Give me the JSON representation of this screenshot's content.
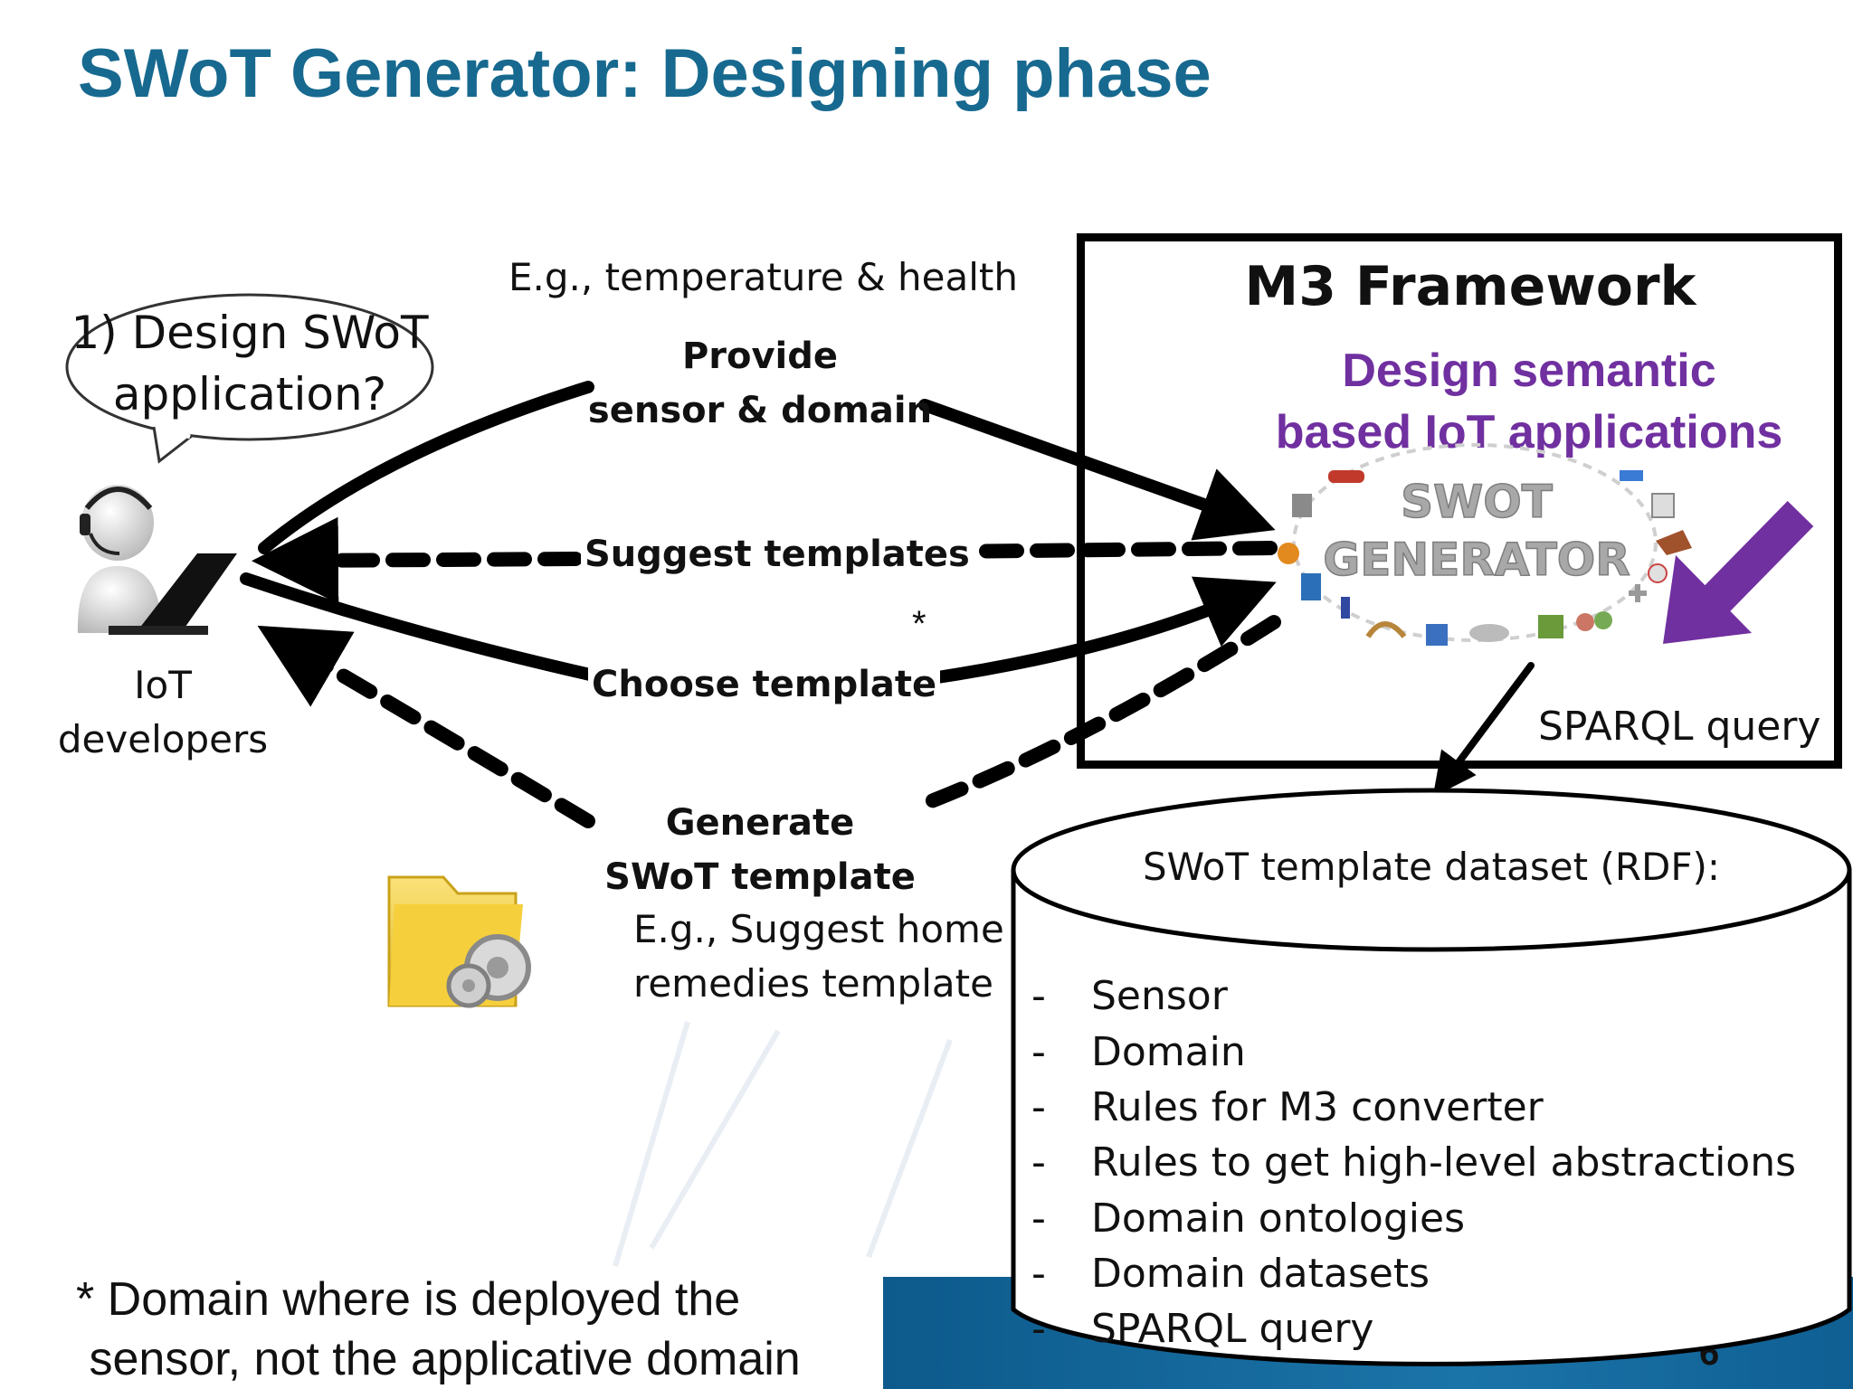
{
  "title": "SWoT Generator: Designing phase",
  "colors": {
    "title": "#17698f",
    "accent_purple": "#7030a0",
    "footer_band": "#0d5a8c"
  },
  "developer": {
    "speech_bubble": "1) Design SWoT\napplication?",
    "label": "IoT\ndevelopers",
    "icon": "person-with-laptop-icon"
  },
  "flows": {
    "example_top": "E.g., temperature & health",
    "provide": "Provide\nsensor & domain",
    "suggest": "Suggest templates",
    "asterisk": "*",
    "choose": "Choose template",
    "generate": "Generate\nSWoT template",
    "example_bottom": "E.g., Suggest home\nremedies template"
  },
  "framework": {
    "title": "M3 Framework",
    "subtitle": "Design semantic\nbased IoT applications",
    "generator_logo": "SWOT\nGENERATOR",
    "sparql_label": "SPARQL query"
  },
  "dataset": {
    "title": "SWoT template dataset (RDF):",
    "items": [
      "Sensor",
      "Domain",
      "Rules for M3 converter",
      "Rules to get high-level abstractions",
      "Domain ontologies",
      "Domain datasets",
      "SPARQL query"
    ]
  },
  "footnote": "* Domain where is deployed the\n sensor, not the applicative domain",
  "page_number": "6",
  "icons": {
    "folder": "folder-gears-icon",
    "developer": "person-with-laptop-icon"
  }
}
